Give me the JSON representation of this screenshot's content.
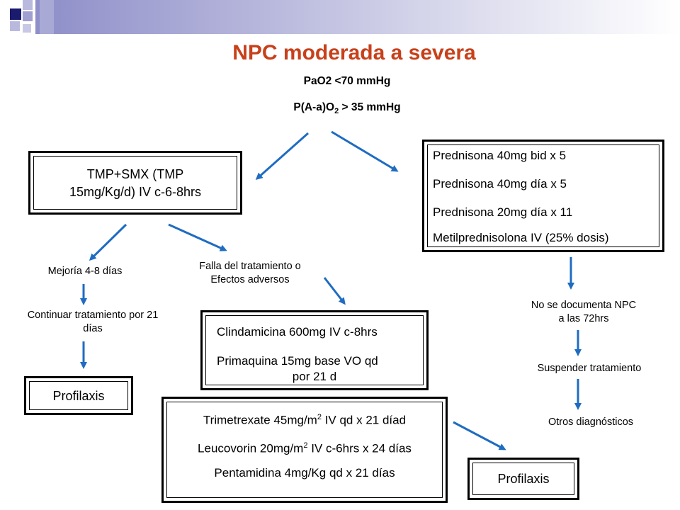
{
  "title": "NPC moderada a severa",
  "criteria": {
    "line1": "PaO2 <70 mmHg",
    "line2_prefix": "P(A-a)O",
    "line2_sub": "2",
    "line2_suffix": " > 35 mmHg"
  },
  "box_tmp_smx": {
    "line1": "TMP+SMX (TMP",
    "line2": "15mg/Kg/d) IV c-6-8hrs"
  },
  "box_prednisona": {
    "items": [
      "Prednisona 40mg bid x 5",
      "Prednisona 40mg día x 5",
      "Prednisona 20mg día x 11",
      "Metilprednisolona IV (25% dosis)"
    ]
  },
  "labels": {
    "mejoria": "Mejoría 4-8 días",
    "continuar_line1": "Continuar tratamiento por 21",
    "continuar_line2": "días",
    "falla_line1": "Falla del tratamiento o",
    "falla_line2": "Efectos adversos",
    "no_documenta_line1": "No se documenta NPC",
    "no_documenta_line2": "a las 72hrs",
    "suspender": "Suspender tratamiento",
    "otros": "Otros diagnósticos"
  },
  "box_clindamicina": {
    "line1": "Clindamicina 600mg IV c-8hrs",
    "line2": "Primaquina 15mg base VO qd",
    "line3": "por 21 d"
  },
  "box_trimetrexate": {
    "line1_prefix": "Trimetrexate 45mg/m",
    "line1_sup": "2",
    "line1_suffix": " IV qd x 21 díad",
    "line2_prefix": "Leucovorin 20mg/m",
    "line2_sup": "2",
    "line2_suffix": " IV c-6hrs x 24 días",
    "line3": "Pentamidina 4mg/Kg qd x 21 días"
  },
  "profilaxis_left": "Profilaxis",
  "profilaxis_right": "Profilaxis",
  "colors": {
    "title": "#c8401a",
    "arrow": "#1f6cc1",
    "logo_dark": "#1a1a6e",
    "logo_light": "#a9a9d6"
  }
}
